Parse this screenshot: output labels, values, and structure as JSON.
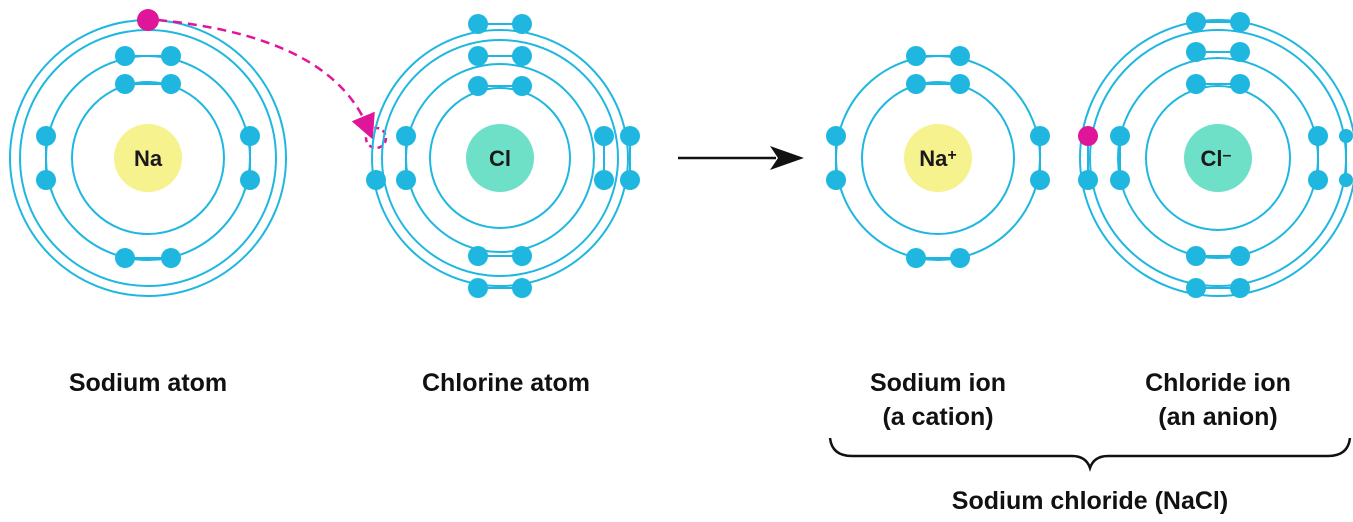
{
  "colors": {
    "shell": "#1fb7e0",
    "electron": "#1fb7e0",
    "transferred_electron": "#e0169a",
    "sodium_nucleus": "#f6f28e",
    "chlorine_nucleus": "#6fe0c8",
    "arrow": "#111111",
    "brace": "#111111"
  },
  "atoms": {
    "sodium_atom": {
      "symbol": "Na",
      "caption": "Sodium atom"
    },
    "chlorine_atom": {
      "symbol": "Cl",
      "caption": "Chlorine atom"
    }
  },
  "ions": {
    "sodium_ion": {
      "symbol": "Na",
      "charge": "+",
      "caption_line1": "Sodium ion",
      "caption_line2": "(a cation)"
    },
    "chloride_ion": {
      "symbol": "Cl",
      "charge": "–",
      "caption_line1": "Chloride ion",
      "caption_line2": "(an anion)"
    }
  },
  "compound": {
    "label": "Sodium chloride (NaCl)"
  }
}
